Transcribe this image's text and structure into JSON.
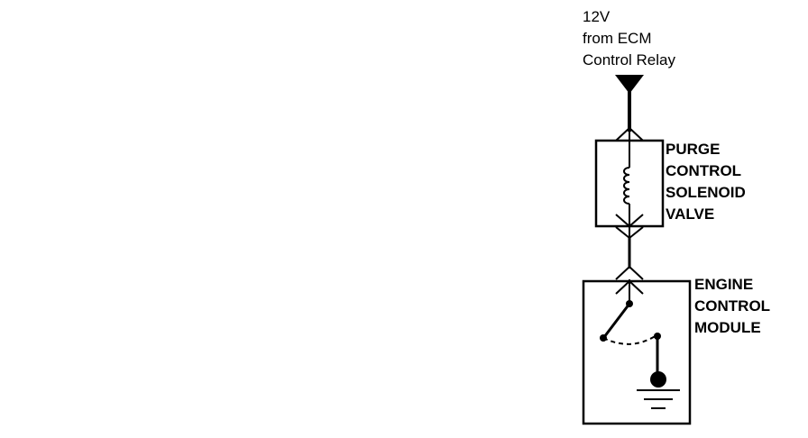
{
  "source": {
    "lines": [
      "12V",
      "from ECM",
      "Control Relay"
    ]
  },
  "components": {
    "solenoid": {
      "lines": [
        "PURGE",
        "CONTROL",
        "SOLENOID",
        "VALVE"
      ]
    },
    "ecm": {
      "lines": [
        "ENGINE",
        "CONTROL",
        "MODULE"
      ]
    }
  },
  "colors": {
    "ink": "#000000",
    "background": "#ffffff"
  }
}
